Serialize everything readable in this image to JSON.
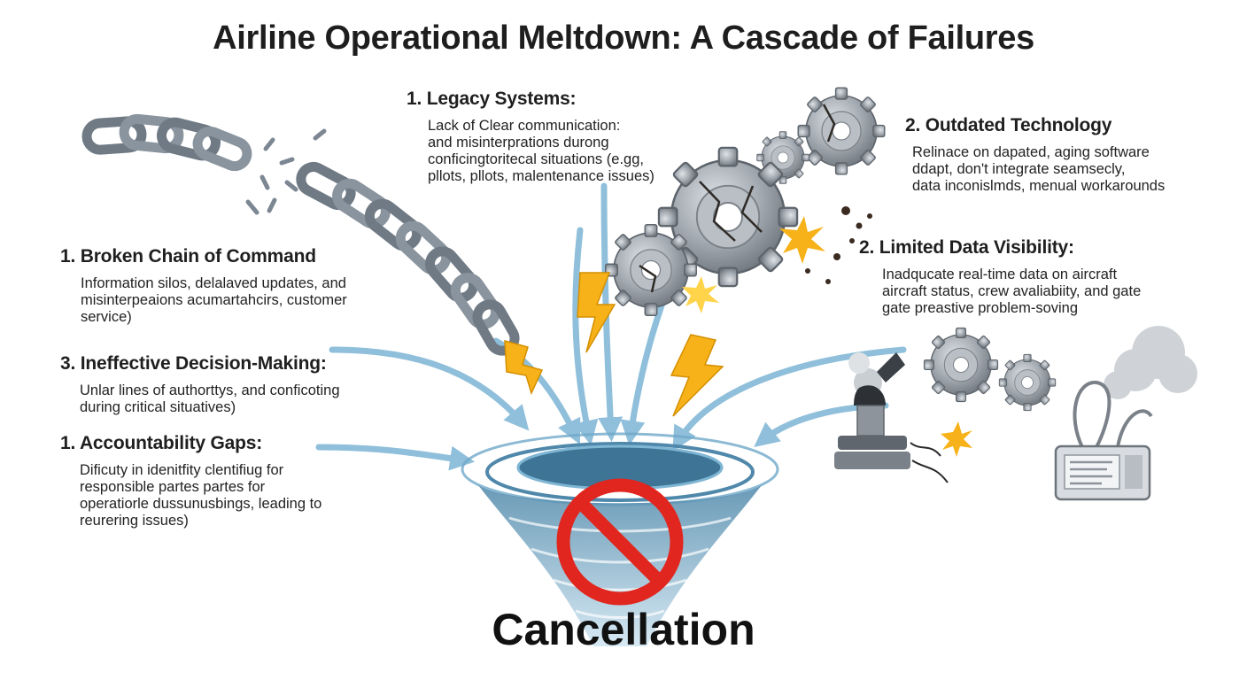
{
  "title": "Airline Operational Meltdown: A Cascade of Failures",
  "left": {
    "chain": {
      "heading": "1. Broken Chain of Command",
      "body": [
        "Information silos, delalaved updates, and",
        "misinterpeaions acumartahcirs, customer",
        "service)"
      ]
    },
    "decision": {
      "heading": "3. Ineffective Decision-Making:",
      "body": [
        "Unlar lines of authorttys, and conficoting",
        "during critical situatives)"
      ]
    },
    "accountability": {
      "heading": "1. Accountability Gaps:",
      "body": [
        "Dificuty in idenitfity clentifiug for",
        "responsible partes partes for",
        "operatiorle dussunusbings, leading to",
        "reurering issues)"
      ]
    }
  },
  "center": {
    "legacy": {
      "heading": "1. Legacy Systems:",
      "body": [
        "Lack of Clear communication:",
        "and misinterprations durong",
        "conficingtoritecal situations (e.gg,",
        "pllots, pllots, malentenance issues)"
      ]
    }
  },
  "right": {
    "outdated": {
      "heading": "2. Outdated Technology",
      "body": [
        "Relinace on dapated, aging software",
        "ddapt, don't integrate seamsecly,",
        "data inconislmds, menual workarounds"
      ]
    },
    "visibility": {
      "heading": "2. Limited Data Visibility:",
      "body": [
        "Inadqucate real-time data on aircraft",
        "aircraft status, crew avaliabiity, and gate",
        "gate preastive problem-soving"
      ]
    }
  },
  "result": "Cancellation",
  "icons": [
    "broken-chain-icon",
    "cracked-gears-icon",
    "lightning-icon",
    "funnel-vortex-icon",
    "prohibited-icon",
    "smoking-machine-icon",
    "terminal-icon"
  ],
  "colors": {
    "arrow": "#8fbfda",
    "chain": "#7c8793",
    "gear": "#9aa1a8",
    "lightning": "#f7b21a",
    "prohibit": "#e0261f",
    "funnel": "#5f9cbd"
  }
}
